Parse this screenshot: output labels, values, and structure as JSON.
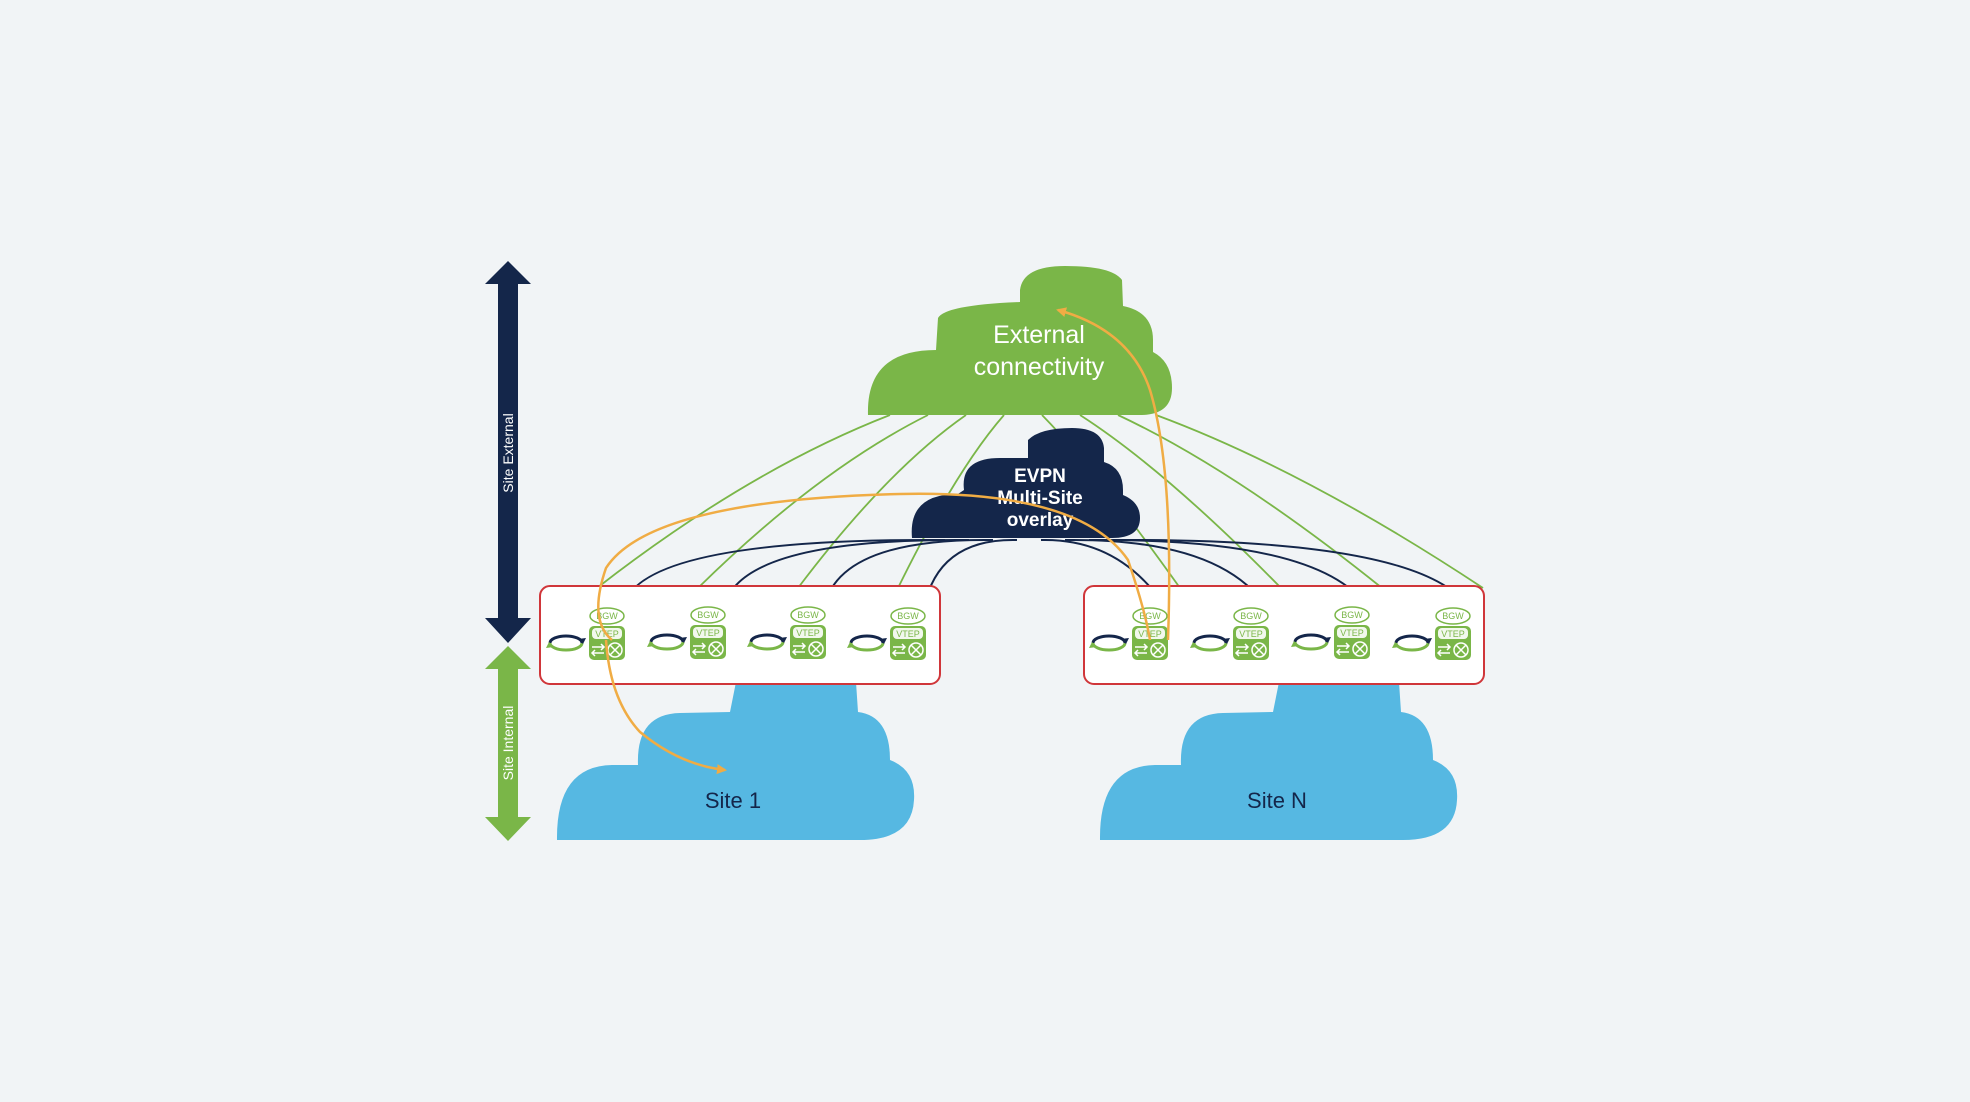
{
  "colors": {
    "background": "#f1f4f6",
    "panel": "#f1f4f6",
    "green": "#7ab648",
    "navy": "#14264a",
    "blue": "#56b8e2",
    "orange": "#f0ac44",
    "red": "#d0363a"
  },
  "axis": {
    "external_label": "Site External",
    "internal_label": "Site Internal"
  },
  "clouds": {
    "external": {
      "line1": "External",
      "line2": "connectivity"
    },
    "overlay": {
      "line1": "EVPN",
      "line2": "Multi-Site",
      "line3": "overlay"
    },
    "site1": {
      "label": "Site 1"
    },
    "siteN": {
      "label": "Site N"
    }
  },
  "device": {
    "bgw_label": "BGW",
    "vtep_label": "VTEP",
    "icon_names": [
      "router-rotate-icon",
      "vtep-switch-icon"
    ]
  },
  "sites": [
    {
      "name": "site1-bgw-group",
      "bgw_count": 4
    },
    {
      "name": "siteN-bgw-group",
      "bgw_count": 4
    }
  ]
}
